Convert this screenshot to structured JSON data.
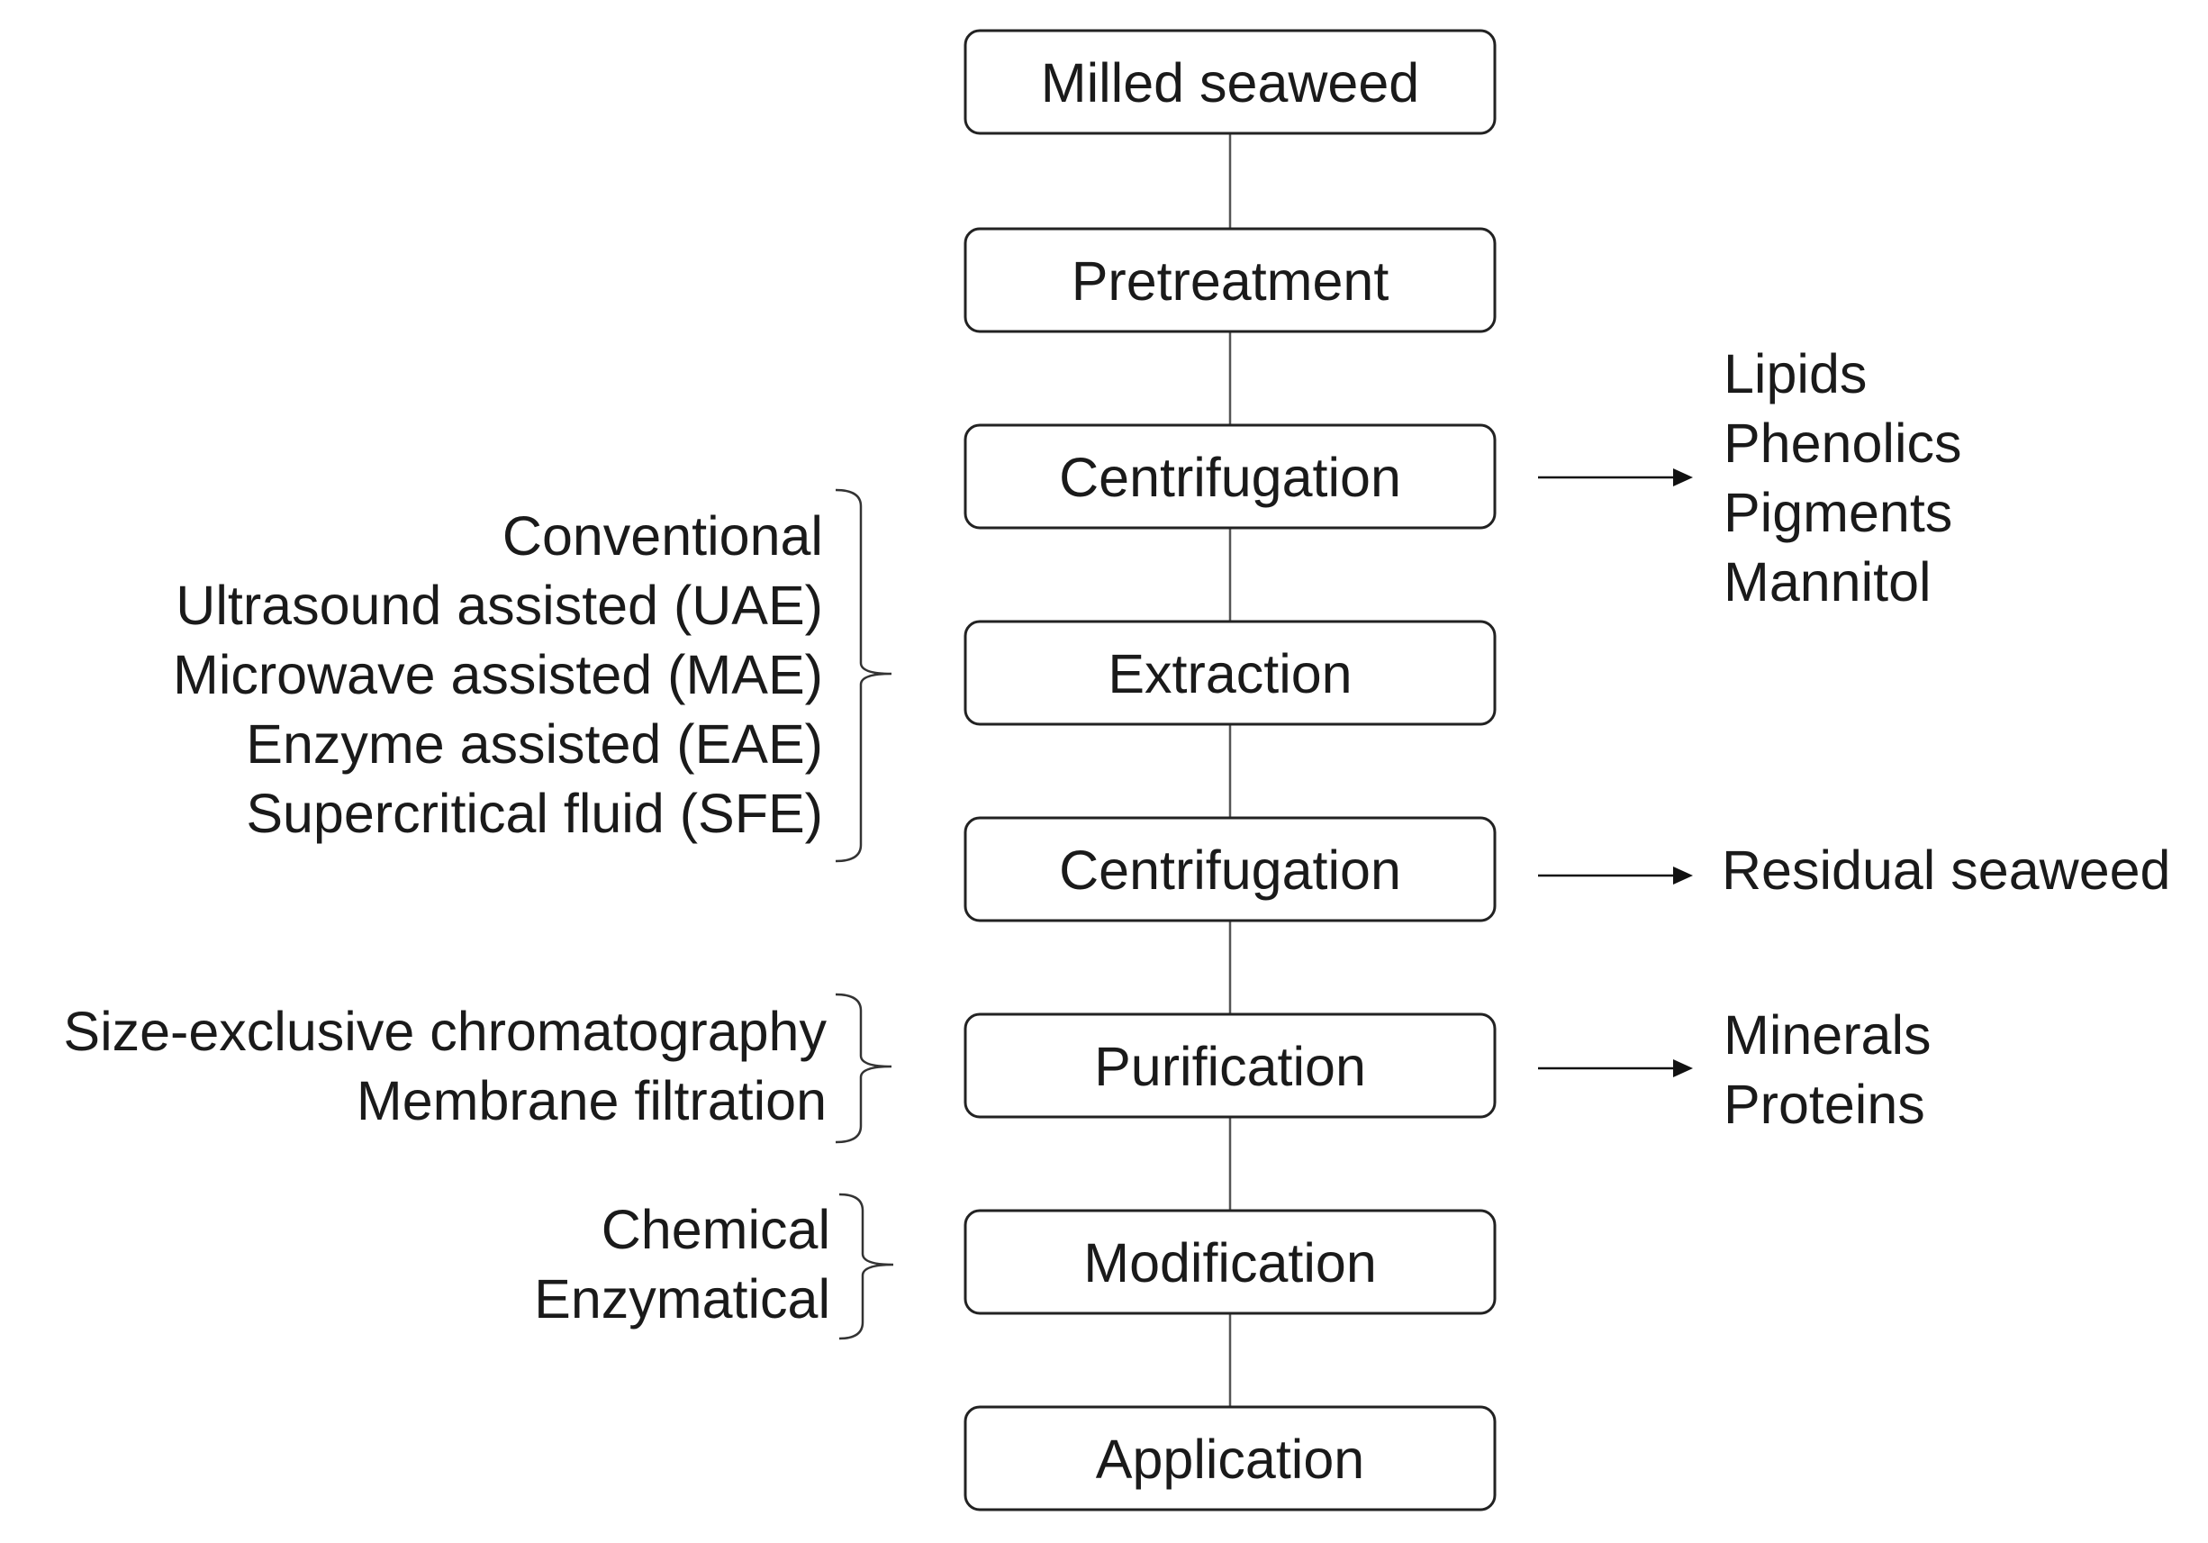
{
  "steps": [
    {
      "label": "Milled seaweed"
    },
    {
      "label": "Pretreatment"
    },
    {
      "label": "Centrifugation"
    },
    {
      "label": "Extraction"
    },
    {
      "label": "Centrifugation"
    },
    {
      "label": "Purification"
    },
    {
      "label": "Modification"
    },
    {
      "label": "Application"
    }
  ],
  "methods": {
    "extraction": [
      "Conventional",
      "Ultrasound assisted (UAE)",
      "Microwave assisted (MAE)",
      "Enzyme assisted (EAE)",
      "Supercritical fluid (SFE)"
    ],
    "purification": [
      "Size-exclusive chromatography",
      "Membrane filtration"
    ],
    "modification": [
      "Chemical",
      "Enzymatical"
    ]
  },
  "outputs": {
    "centrifugation_1": [
      "Lipids",
      "Phenolics",
      "Pigments",
      "Mannitol"
    ],
    "centrifugation_2": [
      "Residual seaweed"
    ],
    "purification": [
      "Minerals",
      "Proteins"
    ]
  }
}
